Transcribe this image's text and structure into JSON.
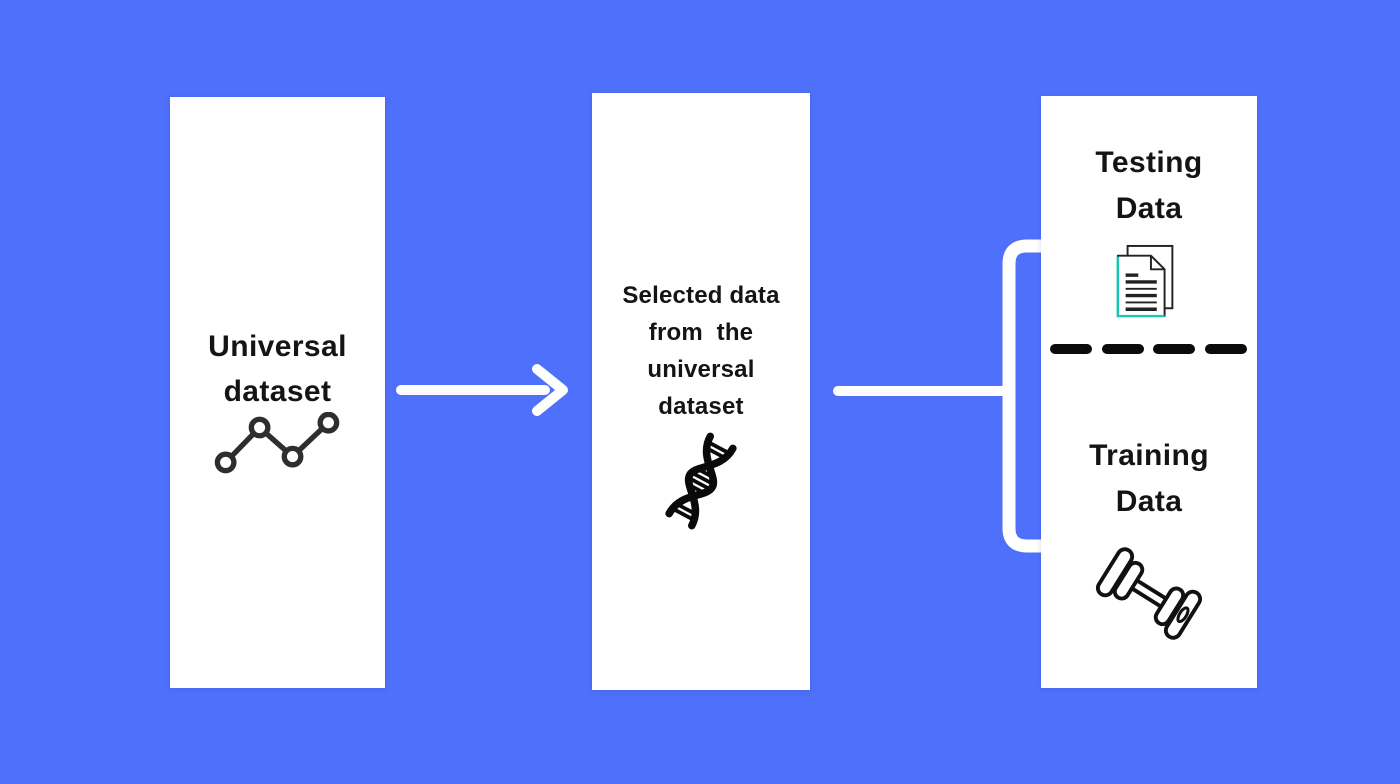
{
  "diagram": {
    "background_color": "#4F70FB",
    "panel_color": "#FFFFFF",
    "text_color": "#141414",
    "dash_color": "#0B0B0B",
    "connector_color": "#FFFFFF",
    "accent_teal": "#14C8B4",
    "universal_panel": {
      "label_line1": "Universal",
      "label_line2": "dataset",
      "icon": "line-chart-icon"
    },
    "selected_panel": {
      "label_line1": "Selected data",
      "label_line2": "from  the",
      "label_line3": "universal",
      "label_line4": "dataset",
      "icon": "dna-icon"
    },
    "split_panel": {
      "testing": {
        "label_line1": "Testing",
        "label_line2": "Data",
        "icon": "documents-icon"
      },
      "divider": "dashed-divider",
      "training": {
        "label_line1": "Training",
        "label_line2": "Data",
        "icon": "dumbbell-icon"
      }
    },
    "connectors": {
      "arrow_universal_to_selected": "right-arrow",
      "line_selected_to_split": "plain-line",
      "split_bracket": "rounded-bracket"
    }
  }
}
